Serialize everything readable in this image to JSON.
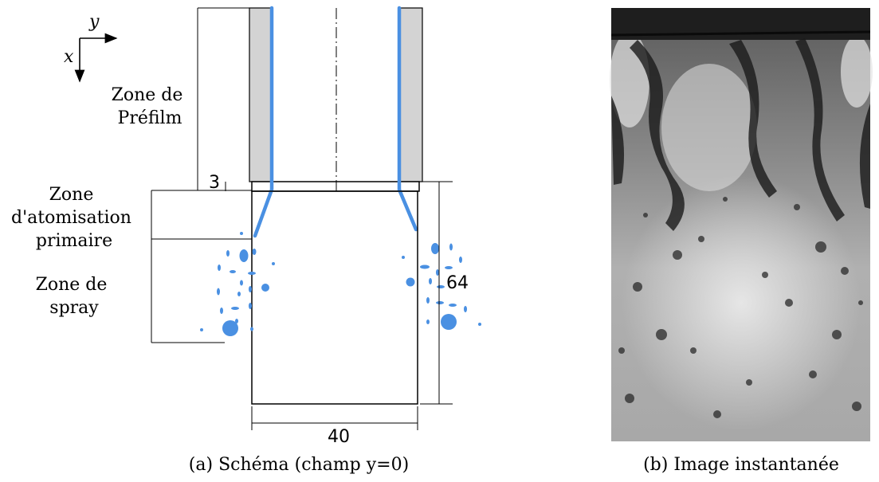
{
  "schematic": {
    "axis_x": "x",
    "axis_y": "y",
    "zone_prefilm": [
      "Zone de",
      "Préfilm"
    ],
    "zone_atomisation": [
      "Zone",
      "d'atomisation",
      "primaire"
    ],
    "zone_spray": [
      "Zone de",
      "spray"
    ],
    "dim_3": "3",
    "dim_64": "64",
    "dim_40": "40"
  },
  "captions": {
    "a": "(a) Schéma (champ y=0)",
    "b": "(b) Image instantanée"
  },
  "colors": {
    "liquid": "#4a90e2",
    "wall": "#d3d3d3",
    "line": "#000000",
    "photo_background": "#c8c8c8",
    "photo_dark": "#1a1a1a"
  }
}
